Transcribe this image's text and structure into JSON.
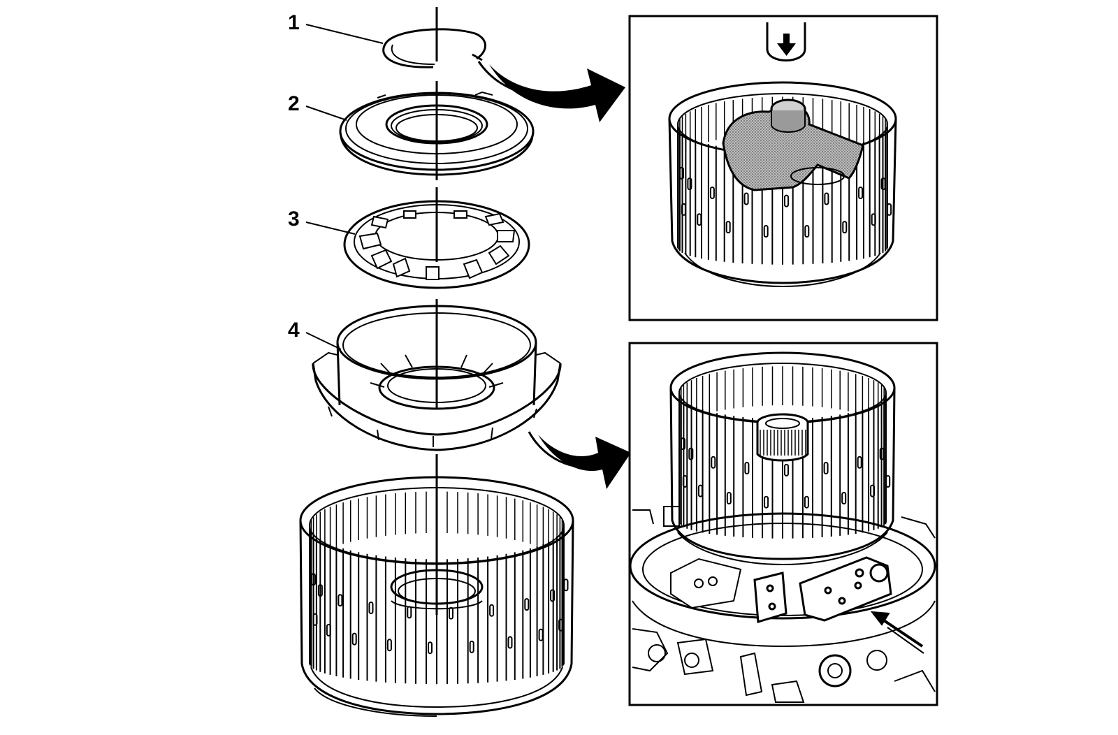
{
  "callouts": [
    {
      "id": "1",
      "label": "1",
      "part": "snap-ring"
    },
    {
      "id": "2",
      "label": "2",
      "part": "piston-dam"
    },
    {
      "id": "3",
      "label": "3",
      "part": "spring-assembly"
    },
    {
      "id": "4",
      "label": "4",
      "part": "piston"
    }
  ],
  "insets": [
    {
      "id": "top",
      "icon": "press-down-arrow-icon"
    },
    {
      "id": "bottom",
      "icon": "pointer-arrow-icon"
    }
  ],
  "colors": {
    "line": "#000000",
    "background": "#ffffff",
    "shade": "#9a9a9a"
  }
}
